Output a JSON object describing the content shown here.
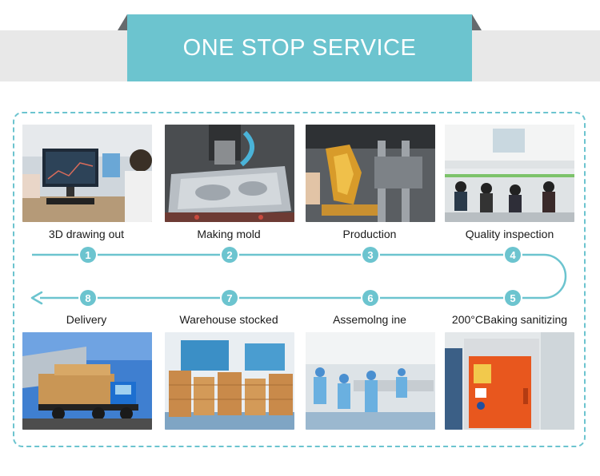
{
  "header": {
    "title": "ONE STOP SERVICE"
  },
  "colors": {
    "accent": "#6cc4cf",
    "band": "#e8e8e8",
    "fold": "#666a6d"
  },
  "steps": [
    {
      "number": "1",
      "label": "3D drawing out",
      "icon": "office-design-photo"
    },
    {
      "number": "2",
      "label": "Making mold",
      "icon": "cnc-mold-photo"
    },
    {
      "number": "3",
      "label": "Production",
      "icon": "injection-machine-photo"
    },
    {
      "number": "4",
      "label": "Quality inspection",
      "icon": "inspection-line-photo"
    },
    {
      "number": "5",
      "label": "200°CBaking sanitizing",
      "icon": "oven-photo"
    },
    {
      "number": "6",
      "label": "Assemolng ine",
      "icon": "assembly-line-photo"
    },
    {
      "number": "7",
      "label": "Warehouse stocked",
      "icon": "warehouse-boxes-photo"
    },
    {
      "number": "8",
      "label": "Delivery",
      "icon": "delivery-truck-photo"
    }
  ]
}
